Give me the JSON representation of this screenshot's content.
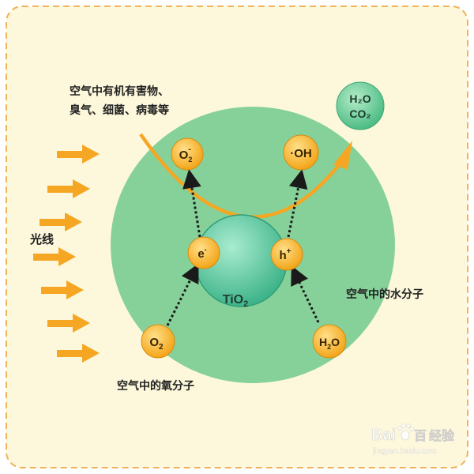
{
  "colors": {
    "panel": "#fdf8dc",
    "panel_border": "#f0b35a",
    "ellipse": "#86d19a",
    "sphere": "#5cc6a3",
    "bubble": "#f7b733",
    "arrow": "#f5a623",
    "product_bubble": "#66c995"
  },
  "labels": {
    "harmful": [
      "空气中有机有害物、",
      "臭气、细菌、病毒等"
    ],
    "light": "光线",
    "water_molecules": "空气中的水分子",
    "oxygen_molecules": "空气中的氧分子"
  },
  "molecules": {
    "o2_radical": {
      "main": "O",
      "sub": "2",
      "sup": "-"
    },
    "oh_radical": "·OH",
    "electron": {
      "main": "e",
      "sup": "-"
    },
    "hole": {
      "main": "h",
      "sup": "+"
    },
    "o2": {
      "main": "O",
      "sub": "2"
    },
    "h2o": {
      "main": "H",
      "sub": "2",
      "tail": "O"
    },
    "tio2": {
      "main": "TiO",
      "sub": "2"
    }
  },
  "products": [
    "H₂O",
    "CO₂"
  ],
  "watermark": {
    "brand": "Bai",
    "paw_icon": "paw-icon",
    "brand2": "百",
    "service": "经验",
    "url": "jingyan.baidu.com"
  }
}
